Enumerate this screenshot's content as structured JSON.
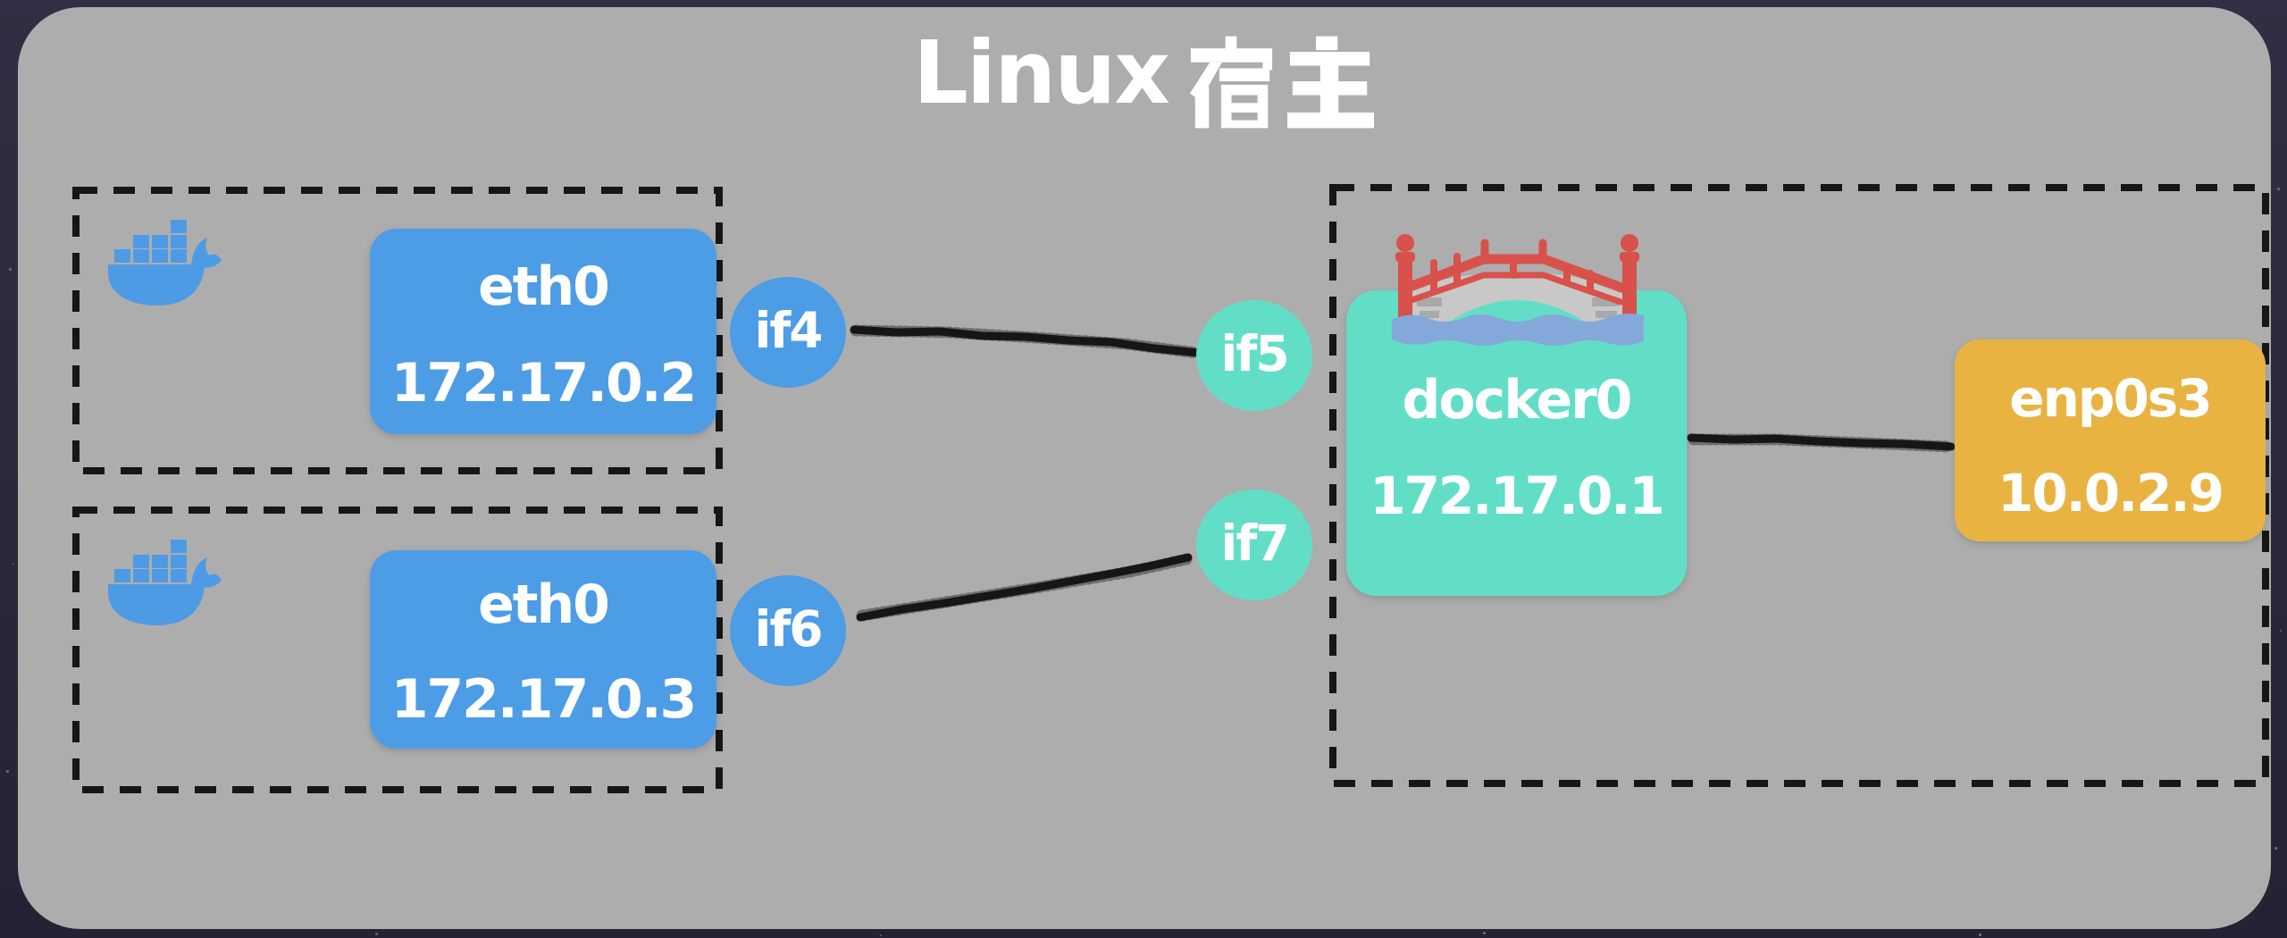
{
  "title": {
    "full": "Linux 宿主",
    "latin": "Linux",
    "cjk": "宿主"
  },
  "containers": [
    {
      "id": "container-1",
      "interface": {
        "name": "eth0",
        "ip": "172.17.0.2"
      },
      "veth_host": "if4",
      "veth_bridge": "if5"
    },
    {
      "id": "container-2",
      "interface": {
        "name": "eth0",
        "ip": "172.17.0.3"
      },
      "veth_host": "if6",
      "veth_bridge": "if7"
    }
  ],
  "bridge": {
    "name": "docker0",
    "ip": "172.17.0.1"
  },
  "external_interface": {
    "name": "enp0s3",
    "ip": "10.0.2.9"
  },
  "connections": [
    {
      "from": "if4",
      "to": "if5"
    },
    {
      "from": "if6",
      "to": "if7"
    },
    {
      "from": "docker0",
      "to": "enp0s3"
    }
  ],
  "icons": [
    "docker-whale-icon",
    "docker-whale-icon",
    "bridge-icon"
  ],
  "colors": {
    "docker_blue": "#4d9ce6",
    "teal": "#62dec7",
    "orange": "#e9b342",
    "canvas_gray": "#adadad",
    "background_navy": "#2a2939",
    "line_black": "#161616",
    "text_white": "#ffffff",
    "bridge_red": "#d8514a",
    "bridge_arch_gray": "#c8c8c8",
    "water_blue": "#84a8da"
  }
}
